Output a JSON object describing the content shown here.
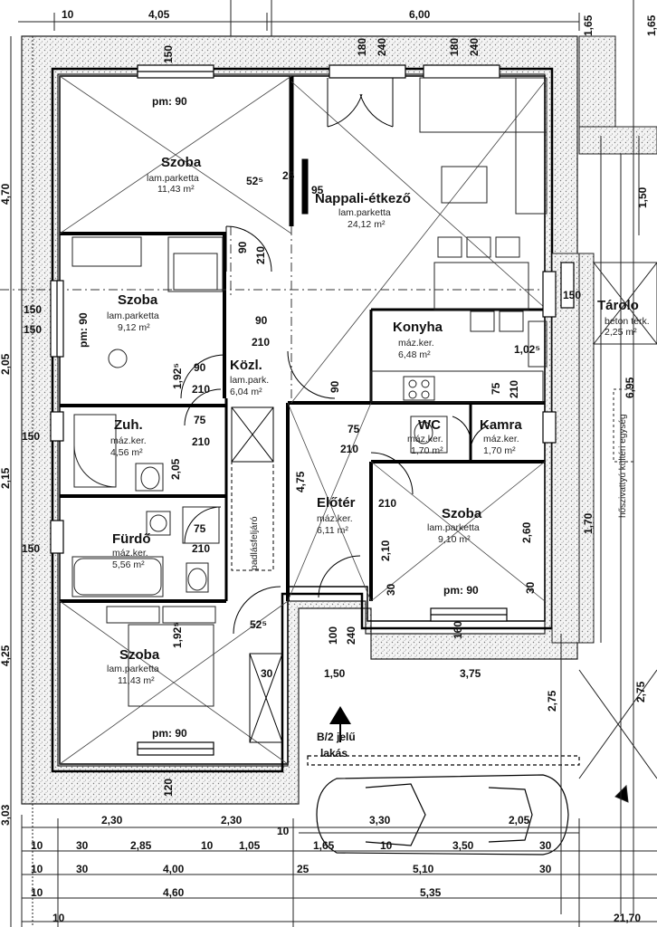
{
  "rooms": [
    {
      "name": "Szoba",
      "floor": "lam.parketta",
      "area": "11,43 m²"
    },
    {
      "name": "Nappali-étkező",
      "floor": "lam.parketta",
      "area": "24,12 m²"
    },
    {
      "name": "Szoba",
      "floor": "lam.parketta",
      "area": "9,12 m²"
    },
    {
      "name": "Konyha",
      "floor": "máz.ker.",
      "area": "6,48 m²"
    },
    {
      "name": "Közl.",
      "floor": "lam.park.",
      "area": "6,04 m²"
    },
    {
      "name": "Zuh.",
      "floor": "máz.ker.",
      "area": "4,56 m²"
    },
    {
      "name": "WC",
      "floor": "máz.ker.",
      "area": "1,70 m²"
    },
    {
      "name": "Kamra",
      "floor": "máz.ker.",
      "area": "1,70 m²"
    },
    {
      "name": "Előtér",
      "floor": "máz.ker.",
      "area": "6,11 m²"
    },
    {
      "name": "Szoba",
      "floor": "lam.parketta",
      "area": "9,10 m²"
    },
    {
      "name": "Fürdő",
      "floor": "máz.ker.",
      "area": "5,56 m²"
    },
    {
      "name": "Szoba",
      "floor": "lam.parketta",
      "area": "11,43 m²"
    },
    {
      "name": "Tárolo",
      "floor": "beton térk.",
      "area": "2,25 m²"
    }
  ],
  "top_dims": [
    "10",
    "4,05",
    "6,00"
  ],
  "window_labels": [
    "pm: 90",
    "pm: 90",
    "pm: 90",
    "pm: 90"
  ],
  "parapet": [
    "150",
    "150",
    "150",
    "150",
    "150",
    "150"
  ],
  "door_dims": [
    "90",
    "210",
    "90",
    "210",
    "90",
    "210",
    "75",
    "210",
    "75",
    "210",
    "75",
    "210",
    "90",
    "210",
    "75",
    "210"
  ],
  "misc_dims": [
    "52⁵",
    "25",
    "95",
    "180",
    "240",
    "180",
    "240",
    "1,02⁵",
    "1,92⁵",
    "4,75",
    "2,05",
    "2,10",
    "2,60",
    "1,50",
    "3,75",
    "100",
    "240",
    "160",
    "120",
    "52⁵",
    "1,92⁵",
    "30",
    "30",
    "30",
    "1,70"
  ],
  "left_dims": [
    "4,70",
    "2,05",
    "2,15",
    "4,25",
    "3,03"
  ],
  "right_dims": [
    "6,95",
    "2,75",
    "2,75",
    "1,65",
    "1,65",
    "1,50"
  ],
  "stair_label": "padlásfeljáró",
  "heat_pump": "hőszivattyú kültéri egység",
  "entrance": {
    "line1": "B/2 jelű",
    "line2": "lakás"
  },
  "bottom_rows": [
    [
      "2,30",
      "2,30",
      "10",
      "3,30",
      "2,05"
    ],
    [
      "10",
      "30",
      "2,85",
      "10",
      "1,05",
      "1,65",
      "10",
      "3,50",
      "30"
    ],
    [
      "10",
      "30",
      "4,00",
      "25",
      "5,10",
      "30"
    ],
    [
      "10",
      "4,60",
      "5,35"
    ],
    [
      "10",
      "21,70"
    ]
  ]
}
